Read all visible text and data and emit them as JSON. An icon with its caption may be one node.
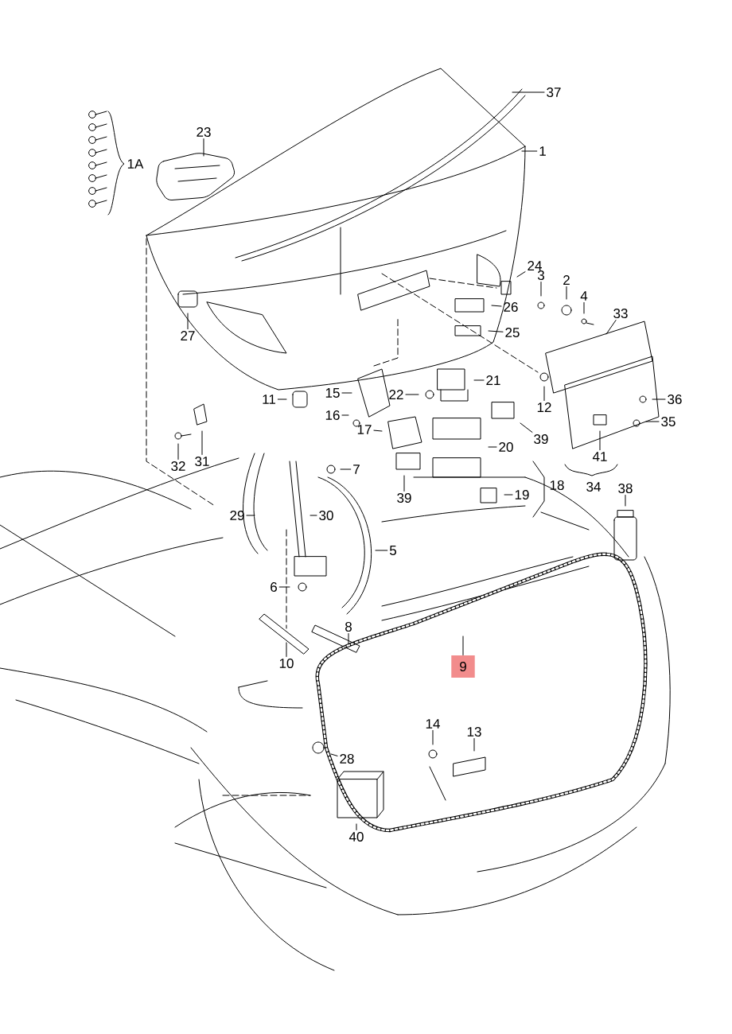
{
  "diagram": {
    "nodes": [
      {
        "text": [
          "37"
        ]
      },
      {
        "text": [
          "23"
        ]
      },
      {
        "text": [
          "1"
        ]
      },
      {
        "text": [
          "24"
        ]
      },
      {
        "text": [
          "3"
        ]
      },
      {
        "text": [
          "2"
        ]
      },
      {
        "text": [
          "4"
        ]
      },
      {
        "text": [
          "26"
        ]
      },
      {
        "text": [
          "33"
        ]
      },
      {
        "text": [
          "25"
        ]
      },
      {
        "text": [
          "27"
        ]
      },
      {
        "text": [
          "22"
        ]
      },
      {
        "text": [
          "21"
        ]
      },
      {
        "text": [
          "11"
        ]
      },
      {
        "text": [
          "15"
        ]
      },
      {
        "text": [
          "12"
        ]
      },
      {
        "text": [
          "36"
        ]
      },
      {
        "text": [
          "16"
        ]
      },
      {
        "text": [
          "35"
        ]
      },
      {
        "text": [
          "39"
        ]
      },
      {
        "text": [
          "17"
        ]
      },
      {
        "text": [
          "20"
        ]
      },
      {
        "text": [
          "41"
        ]
      },
      {
        "text": [
          "31"
        ]
      },
      {
        "text": [
          "32"
        ]
      },
      {
        "text": [
          "7"
        ]
      },
      {
        "text": [
          "38"
        ]
      },
      {
        "text": [
          "19"
        ]
      },
      {
        "text": [
          "39"
        ]
      },
      {
        "text": [
          "29"
        ]
      },
      {
        "text": [
          "30"
        ]
      },
      {
        "text": [
          "5"
        ]
      },
      {
        "text": [
          "6"
        ]
      },
      {
        "text": [
          "8"
        ]
      },
      {
        "text": [
          "10"
        ]
      },
      {
        "text": [
          "9"
        ]
      },
      {
        "text": [
          "14"
        ]
      },
      {
        "text": [
          "13"
        ]
      },
      {
        "text": [
          "28"
        ]
      },
      {
        "text": [
          "40"
        ]
      }
    ],
    "edges": [
      {
        "from": 0,
        "to": null,
        "arrow": "none"
      },
      {
        "from": 1,
        "to": null,
        "arrow": "none"
      },
      {
        "from": 2,
        "to": null,
        "arrow": "none"
      },
      {
        "from": 3,
        "to": null,
        "arrow": "none"
      },
      {
        "from": 4,
        "to": null,
        "arrow": "none"
      },
      {
        "from": 5,
        "to": null,
        "arrow": "none"
      },
      {
        "from": 6,
        "to": null,
        "arrow": "none"
      },
      {
        "from": 7,
        "to": null,
        "arrow": "none"
      },
      {
        "from": 8,
        "to": null,
        "arrow": "none"
      },
      {
        "from": 9,
        "to": null,
        "arrow": "none"
      },
      {
        "from": 10,
        "to": null,
        "arrow": "none"
      },
      {
        "from": 11,
        "to": null,
        "arrow": "none"
      },
      {
        "from": 12,
        "to": null,
        "arrow": "none"
      },
      {
        "from": 13,
        "to": null,
        "arrow": "none"
      },
      {
        "from": 14,
        "to": null,
        "arrow": "none"
      },
      {
        "from": 15,
        "to": null,
        "arrow": "none"
      },
      {
        "from": 16,
        "to": null,
        "arrow": "none"
      },
      {
        "from": 17,
        "to": null,
        "arrow": "none"
      },
      {
        "from": 18,
        "to": null,
        "arrow": "none"
      },
      {
        "from": 19,
        "to": null,
        "arrow": "none"
      },
      {
        "from": 20,
        "to": null,
        "arrow": "none"
      },
      {
        "from": 21,
        "to": null,
        "arrow": "none"
      },
      {
        "from": 22,
        "to": null,
        "arrow": "none"
      },
      {
        "from": 23,
        "to": null,
        "arrow": "none"
      },
      {
        "from": 24,
        "to": null,
        "arrow": "none"
      },
      {
        "from": 25,
        "to": null,
        "arrow": "none"
      },
      {
        "from": 26,
        "to": null,
        "arrow": "none"
      },
      {
        "from": 27,
        "to": null,
        "arrow": "none"
      },
      {
        "from": 28,
        "to": null,
        "arrow": "none"
      },
      {
        "from": 29,
        "to": null,
        "arrow": "none"
      },
      {
        "from": 30,
        "to": null,
        "arrow": "none"
      },
      {
        "from": 31,
        "to": null,
        "arrow": "none"
      },
      {
        "from": 32,
        "to": null,
        "arrow": "none"
      },
      {
        "from": 33,
        "to": null,
        "arrow": "none"
      },
      {
        "from": 34,
        "to": null,
        "arrow": "none"
      },
      {
        "from": 35,
        "to": null,
        "arrow": "none"
      },
      {
        "from": 36,
        "to": null,
        "arrow": "none"
      },
      {
        "from": 37,
        "to": null,
        "arrow": "none"
      },
      {
        "from": 38,
        "to": null,
        "arrow": "none"
      },
      {
        "from": 39,
        "to": null,
        "arrow": "none"
      }
    ],
    "labels": [
      "1A",
      "18",
      "34"
    ]
  }
}
